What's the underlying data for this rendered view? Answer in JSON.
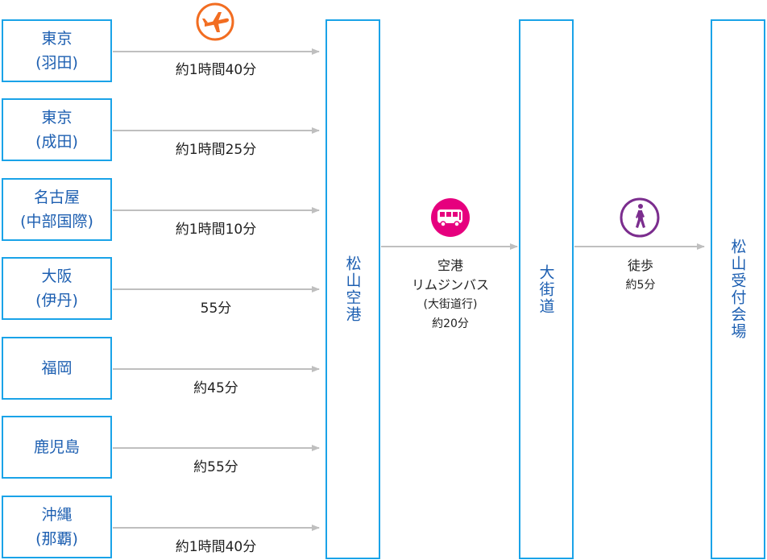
{
  "origins": [
    {
      "line1": "東京",
      "line2": "(羽田)",
      "duration": "約1時間40分"
    },
    {
      "line1": "東京",
      "line2": "(成田)",
      "duration": "約1時間25分"
    },
    {
      "line1": "名古屋",
      "line2": "(中部国際)",
      "duration": "約1時間10分"
    },
    {
      "line1": "大阪",
      "line2": "(伊丹)",
      "duration": "55分"
    },
    {
      "line1": "福岡",
      "line2": "",
      "duration": "約45分"
    },
    {
      "line1": "鹿児島",
      "line2": "",
      "duration": "約55分"
    },
    {
      "line1": "沖縄",
      "line2": "(那覇)",
      "duration": "約1時間40分"
    }
  ],
  "stops": {
    "airport": "松山空港",
    "okaido": "大街道",
    "venue": "松山受付会場"
  },
  "bus": {
    "line1": "空港",
    "line2": "リムジンバス",
    "line3": "(大街道行)",
    "time": "約20分"
  },
  "walk": {
    "line1": "徒歩",
    "time": "約5分"
  },
  "colors": {
    "box_border": "#1aa3e8",
    "box_text": "#1d5fb1",
    "arrow": "#bfbfbf",
    "plane_icon": "#f26d21",
    "bus_icon": "#e6007e",
    "walk_icon": "#7b2d8e"
  }
}
